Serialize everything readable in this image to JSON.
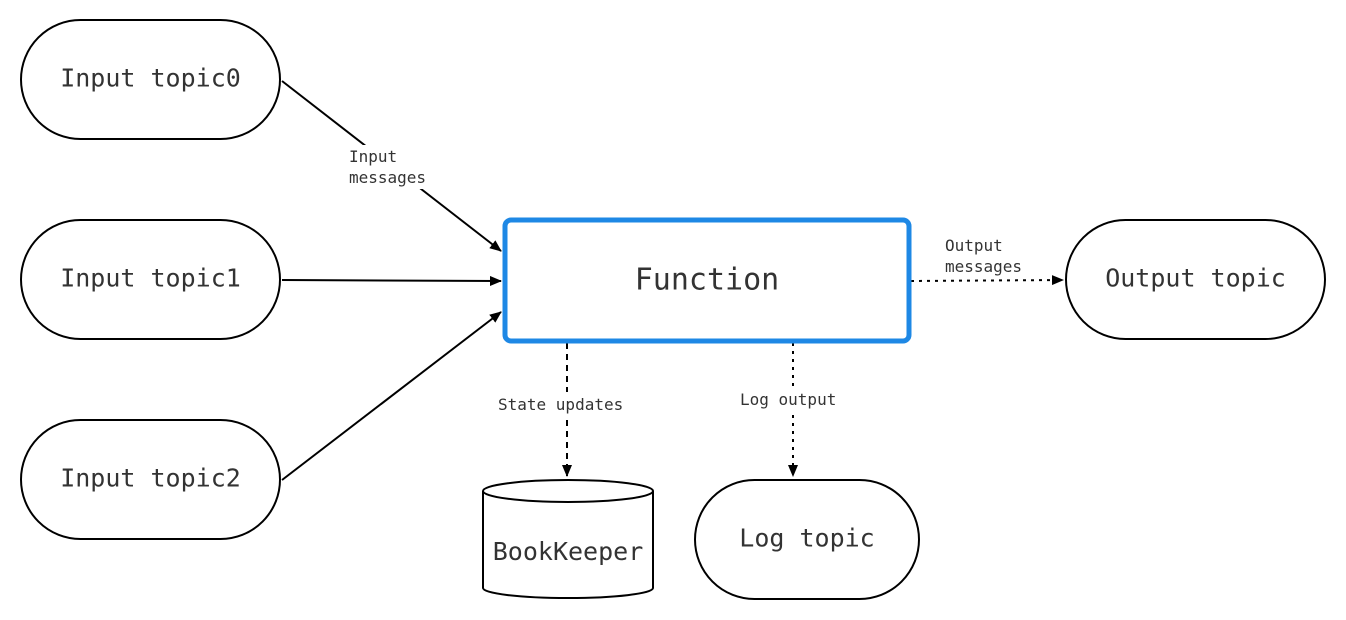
{
  "nodes": {
    "input_topic_0": "Input topic0",
    "input_topic_1": "Input topic1",
    "input_topic_2": "Input topic2",
    "function": "Function",
    "output_topic": "Output topic",
    "bookkeeper": "BookKeeper",
    "log_topic": "Log topic"
  },
  "edges": {
    "input_messages_line1": "Input",
    "input_messages_line2": "messages",
    "output_messages_line1": "Output",
    "output_messages_line2": "messages",
    "state_updates": "State updates",
    "log_output": "Log output"
  },
  "colors": {
    "function_border": "#1e88e5",
    "stroke": "#000000",
    "text": "#333333"
  }
}
